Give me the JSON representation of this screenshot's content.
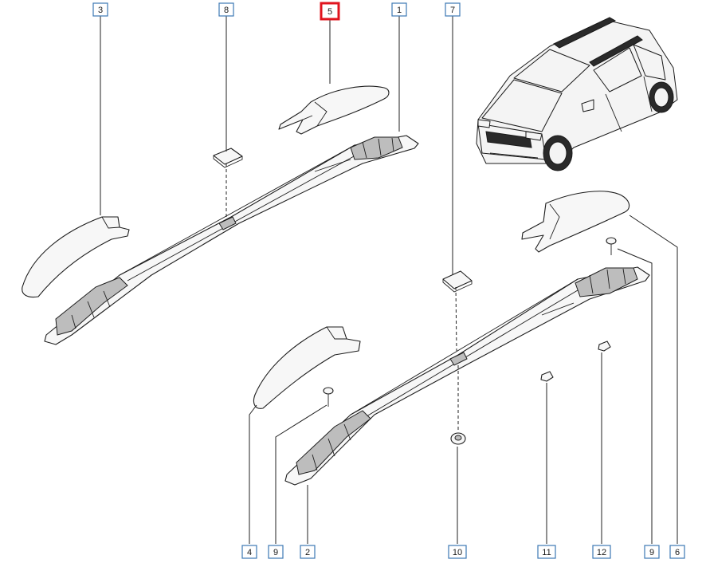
{
  "callouts": [
    {
      "id": "3",
      "label": "3"
    },
    {
      "id": "8",
      "label": "8"
    },
    {
      "id": "5",
      "label": "5",
      "highlighted": true
    },
    {
      "id": "1",
      "label": "1"
    },
    {
      "id": "7",
      "label": "7"
    },
    {
      "id": "4",
      "label": "4"
    },
    {
      "id": "9a",
      "label": "9"
    },
    {
      "id": "2",
      "label": "2"
    },
    {
      "id": "10",
      "label": "10"
    },
    {
      "id": "11",
      "label": "11"
    },
    {
      "id": "12",
      "label": "12"
    },
    {
      "id": "9b",
      "label": "9"
    },
    {
      "id": "6",
      "label": "6"
    }
  ],
  "colors": {
    "callout_border": "#3c78b4",
    "highlight_border": "#e0141e",
    "line": "#1e1e1e"
  }
}
